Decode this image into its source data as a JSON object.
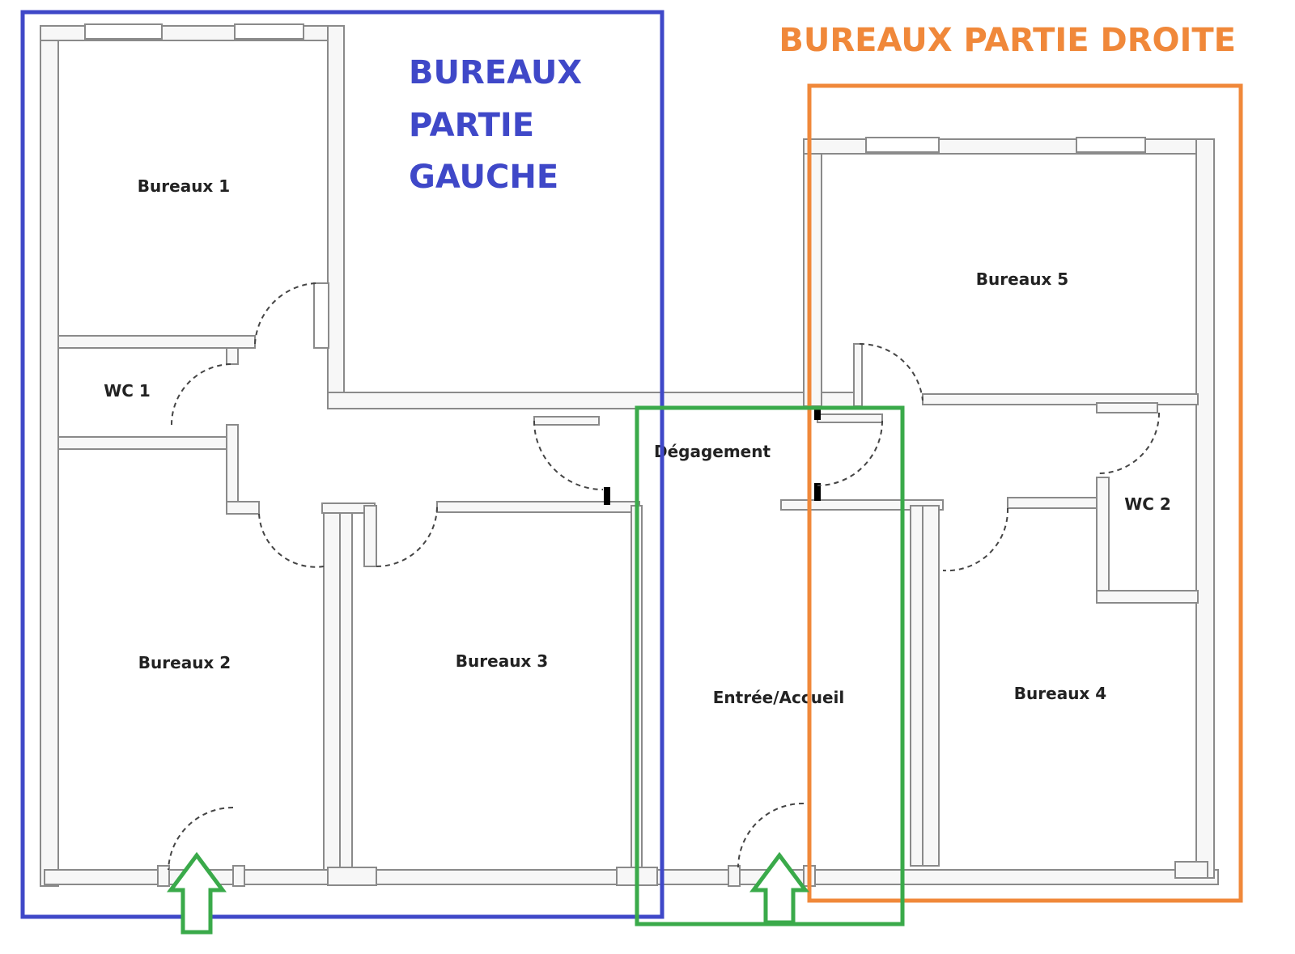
{
  "zones": {
    "left": {
      "lines": [
        "BUREAUX",
        "PARTIE",
        "GAUCHE"
      ],
      "color": "#3f48c8"
    },
    "right": {
      "label": "BUREAUX PARTIE DROITE",
      "color": "#f0883a"
    },
    "common": {
      "color": "#3aaa4a"
    }
  },
  "rooms": {
    "bureaux1": "Bureaux 1",
    "wc1": "WC 1",
    "bureaux2": "Bureaux 2",
    "bureaux3": "Bureaux 3",
    "degagement": "Dégagement",
    "entree": "Entrée/Accueil",
    "bureaux5": "Bureaux 5",
    "wc2": "WC 2",
    "bureaux4": "Bureaux 4"
  }
}
